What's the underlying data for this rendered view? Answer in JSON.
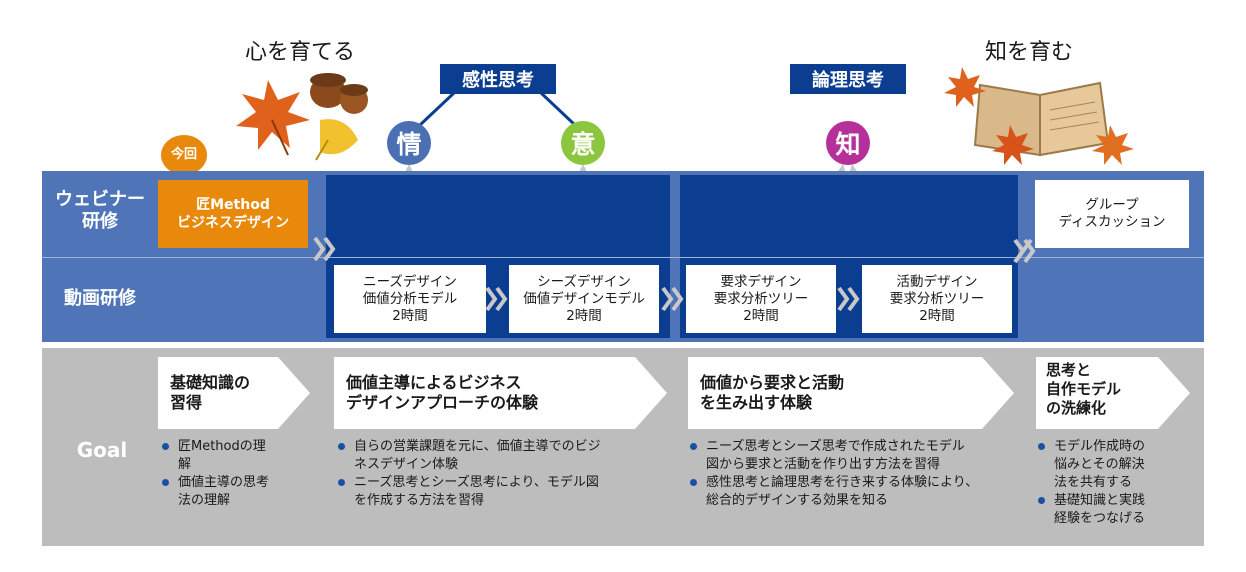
{
  "titles": {
    "heart": "心を育てる",
    "knowledge": "知を育む"
  },
  "tags": {
    "sensibility": "感性思考",
    "logic": "論理思考"
  },
  "circles": [
    {
      "label": "情",
      "color": "#4a6fb3"
    },
    {
      "label": "意",
      "color": "#8cc63f"
    },
    {
      "label": "知",
      "color": "#b5309a"
    }
  ],
  "current_badge": "今回",
  "row_labels": {
    "webinar": "ウェビナー\n研修",
    "video": "動画研修"
  },
  "webinar": {
    "first": "匠Method\nビジネスデザイン",
    "last": "グループ\nディスカッション"
  },
  "videos": [
    {
      "text": "ニーズデザイン\n価値分析モデル\n2時間"
    },
    {
      "text": "シーズデザイン\n価値デザインモデル\n2時間"
    },
    {
      "text": "要求デザイン\n要求分析ツリー\n2時間"
    },
    {
      "text": "活動デザイン\n要求分析ツリー\n2時間"
    }
  ],
  "goal": {
    "label": "Goal",
    "stages": [
      {
        "title": "基礎知識の\n習得",
        "bullets": [
          "匠Methodの理\n解",
          "価値主導の思考\n法の理解"
        ]
      },
      {
        "title": "価値主導によるビジネス\nデザインアプローチの体験",
        "bullets": [
          "自らの営業課題を元に、価値主導でのビジ\nネスデザイン体験",
          "ニーズ思考とシーズ思考により、モデル図\nを作成する方法を習得"
        ]
      },
      {
        "title": "価値から要求と活動\nを生み出す体験",
        "bullets": [
          "ニーズ思考とシーズ思考で作成されたモデル\n図から要求と活動を作り出す方法を習得",
          "感性思考と論理思考を行き来する体験により、\n総合的デザインする効果を知る"
        ]
      },
      {
        "title": "思考と\n自作モデル\nの洗練化",
        "bullets": [
          "モデル作成時の\n悩みとその解決\n法を共有する",
          "基礎知識と実践\n経験をつなげる"
        ]
      }
    ]
  },
  "colors": {
    "navy": "#0b3d91",
    "band": "#4f75b8",
    "orange": "#e8890c",
    "goal_gray": "#bdbdbd",
    "bullet": "#1b4fa3"
  }
}
